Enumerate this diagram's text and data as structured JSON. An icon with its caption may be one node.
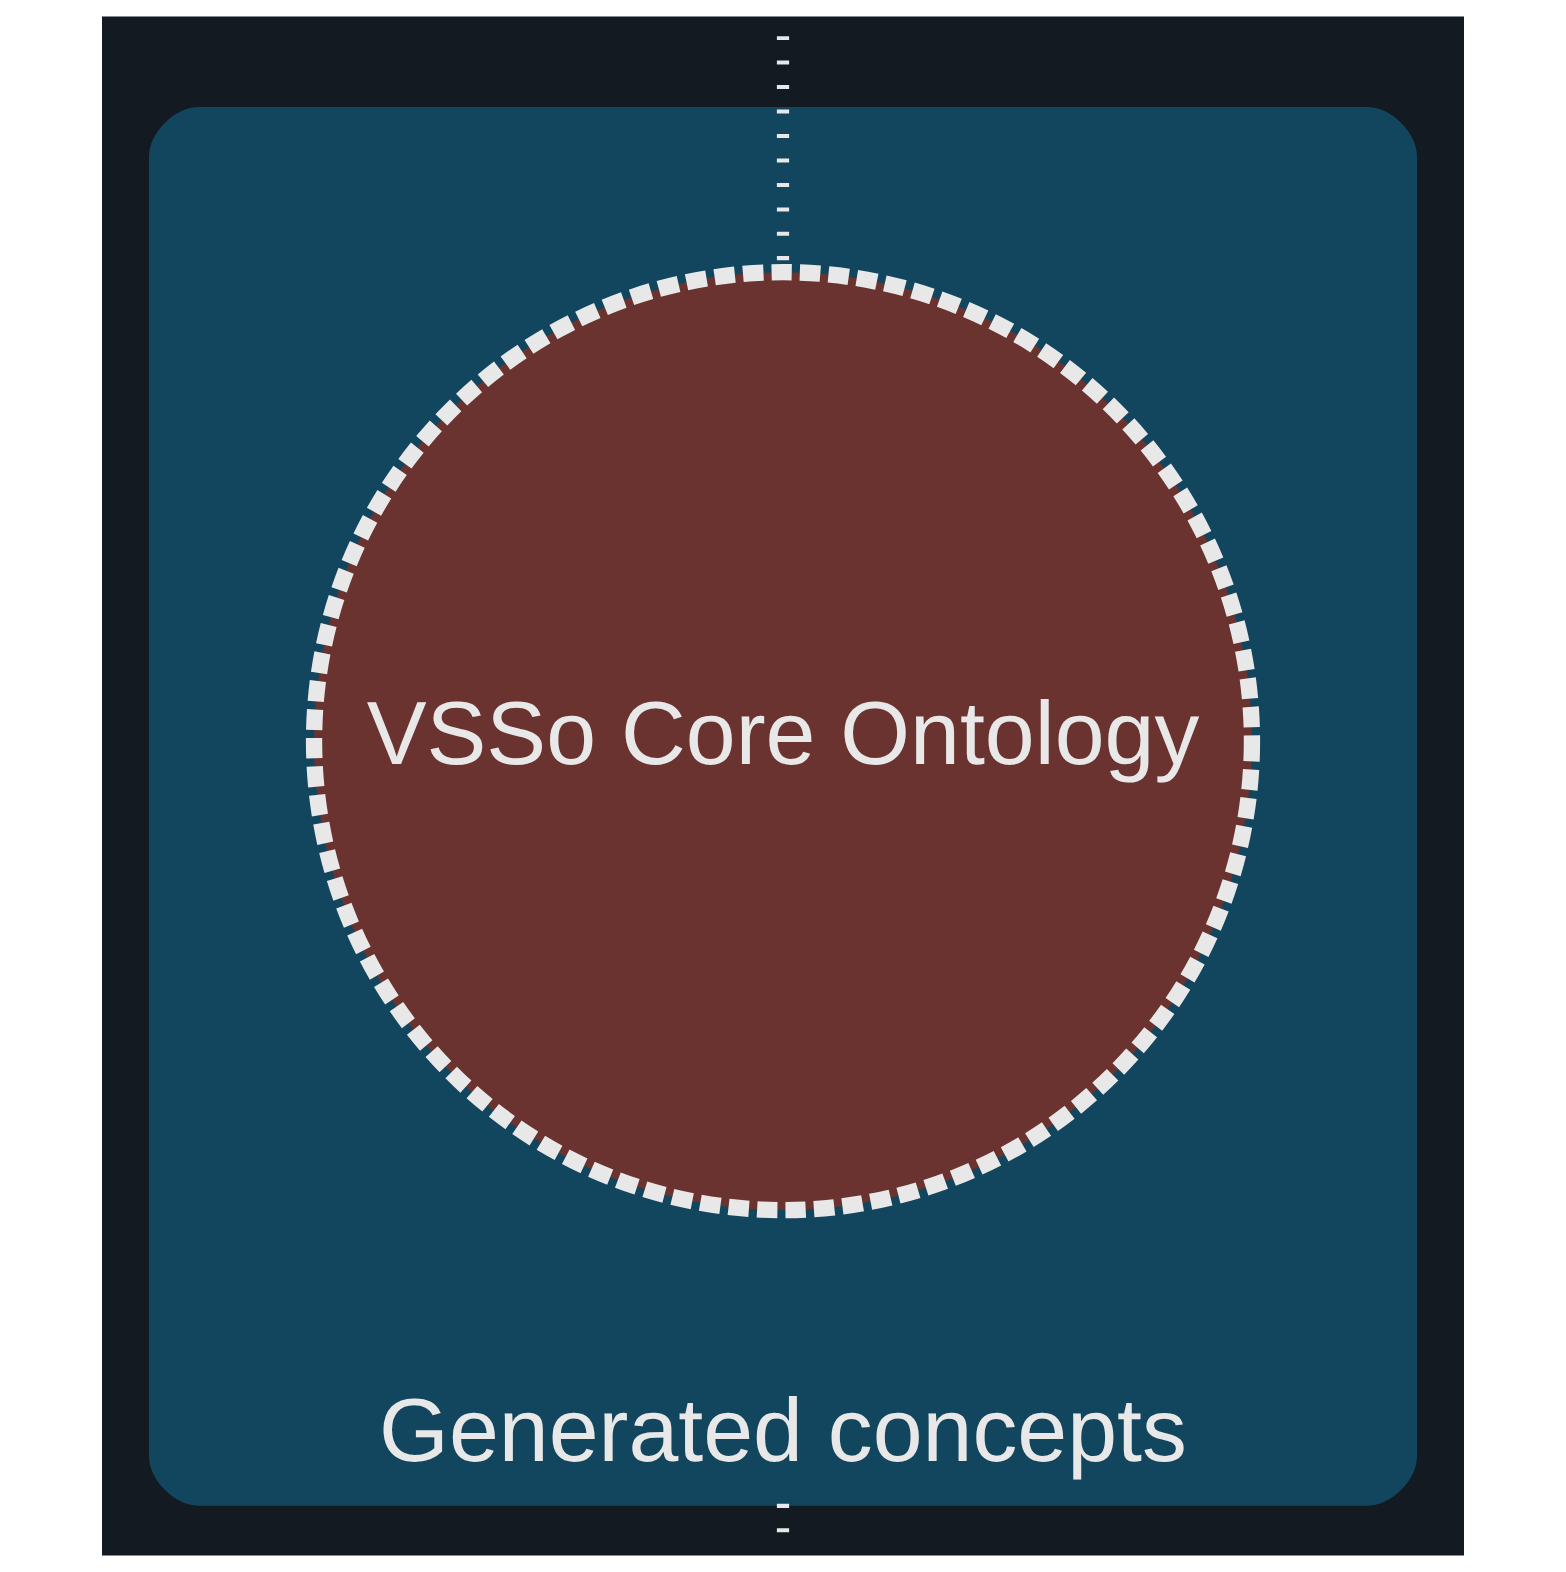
{
  "diagram": {
    "nodes": [
      {
        "text": [
          "Generated concepts"
        ]
      },
      {
        "text": [
          "VSSo Core Ontology"
        ],
        "in": 0
      }
    ],
    "edges": [
      {
        "from": null,
        "to": 1,
        "arrow": "none",
        "style": "dashed"
      },
      {
        "from": 0,
        "to": null,
        "arrow": "none",
        "style": "dashed"
      }
    ]
  }
}
